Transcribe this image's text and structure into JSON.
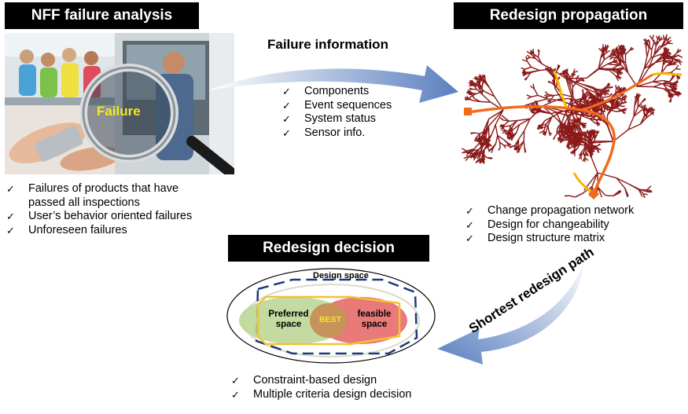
{
  "nff": {
    "title": "NFF  failure analysis",
    "lens_label": "Failure",
    "items": [
      "Failures of products that have passed all inspections",
      "User’s behavior oriented failures",
      "Unforeseen failures"
    ]
  },
  "failure_info": {
    "title": "Failure information",
    "items": [
      "Components",
      "Event sequences",
      "System status",
      "Sensor info."
    ]
  },
  "propagation": {
    "title": "Redesign propagation",
    "items": [
      "Change propagation network",
      "Design for changeability",
      "Design structure  matrix"
    ]
  },
  "decision": {
    "title": "Redesign decision",
    "space_label": "Design space",
    "preferred_label_1": "Preferred",
    "preferred_label_2": "space",
    "best_label": "BEST",
    "feasible_label_1": "feasible",
    "feasible_label_2": "space",
    "items": [
      "Constraint-based design",
      "Multiple criteria design decision"
    ]
  },
  "shortest_path": {
    "label": "Shortest redesign path"
  },
  "check_glyph": "✓",
  "colors": {
    "title_bg": "#000000",
    "arrow": "#6d8fc6",
    "network": "#8b1a1a",
    "path_orange": "#f26a1b",
    "path_yellow": "#f5b800",
    "preferred": "#b9d38f",
    "feasible": "#e86a6a",
    "best": "#c8935a",
    "boundary": "#f2c230",
    "dashed": "#1f3a78"
  }
}
